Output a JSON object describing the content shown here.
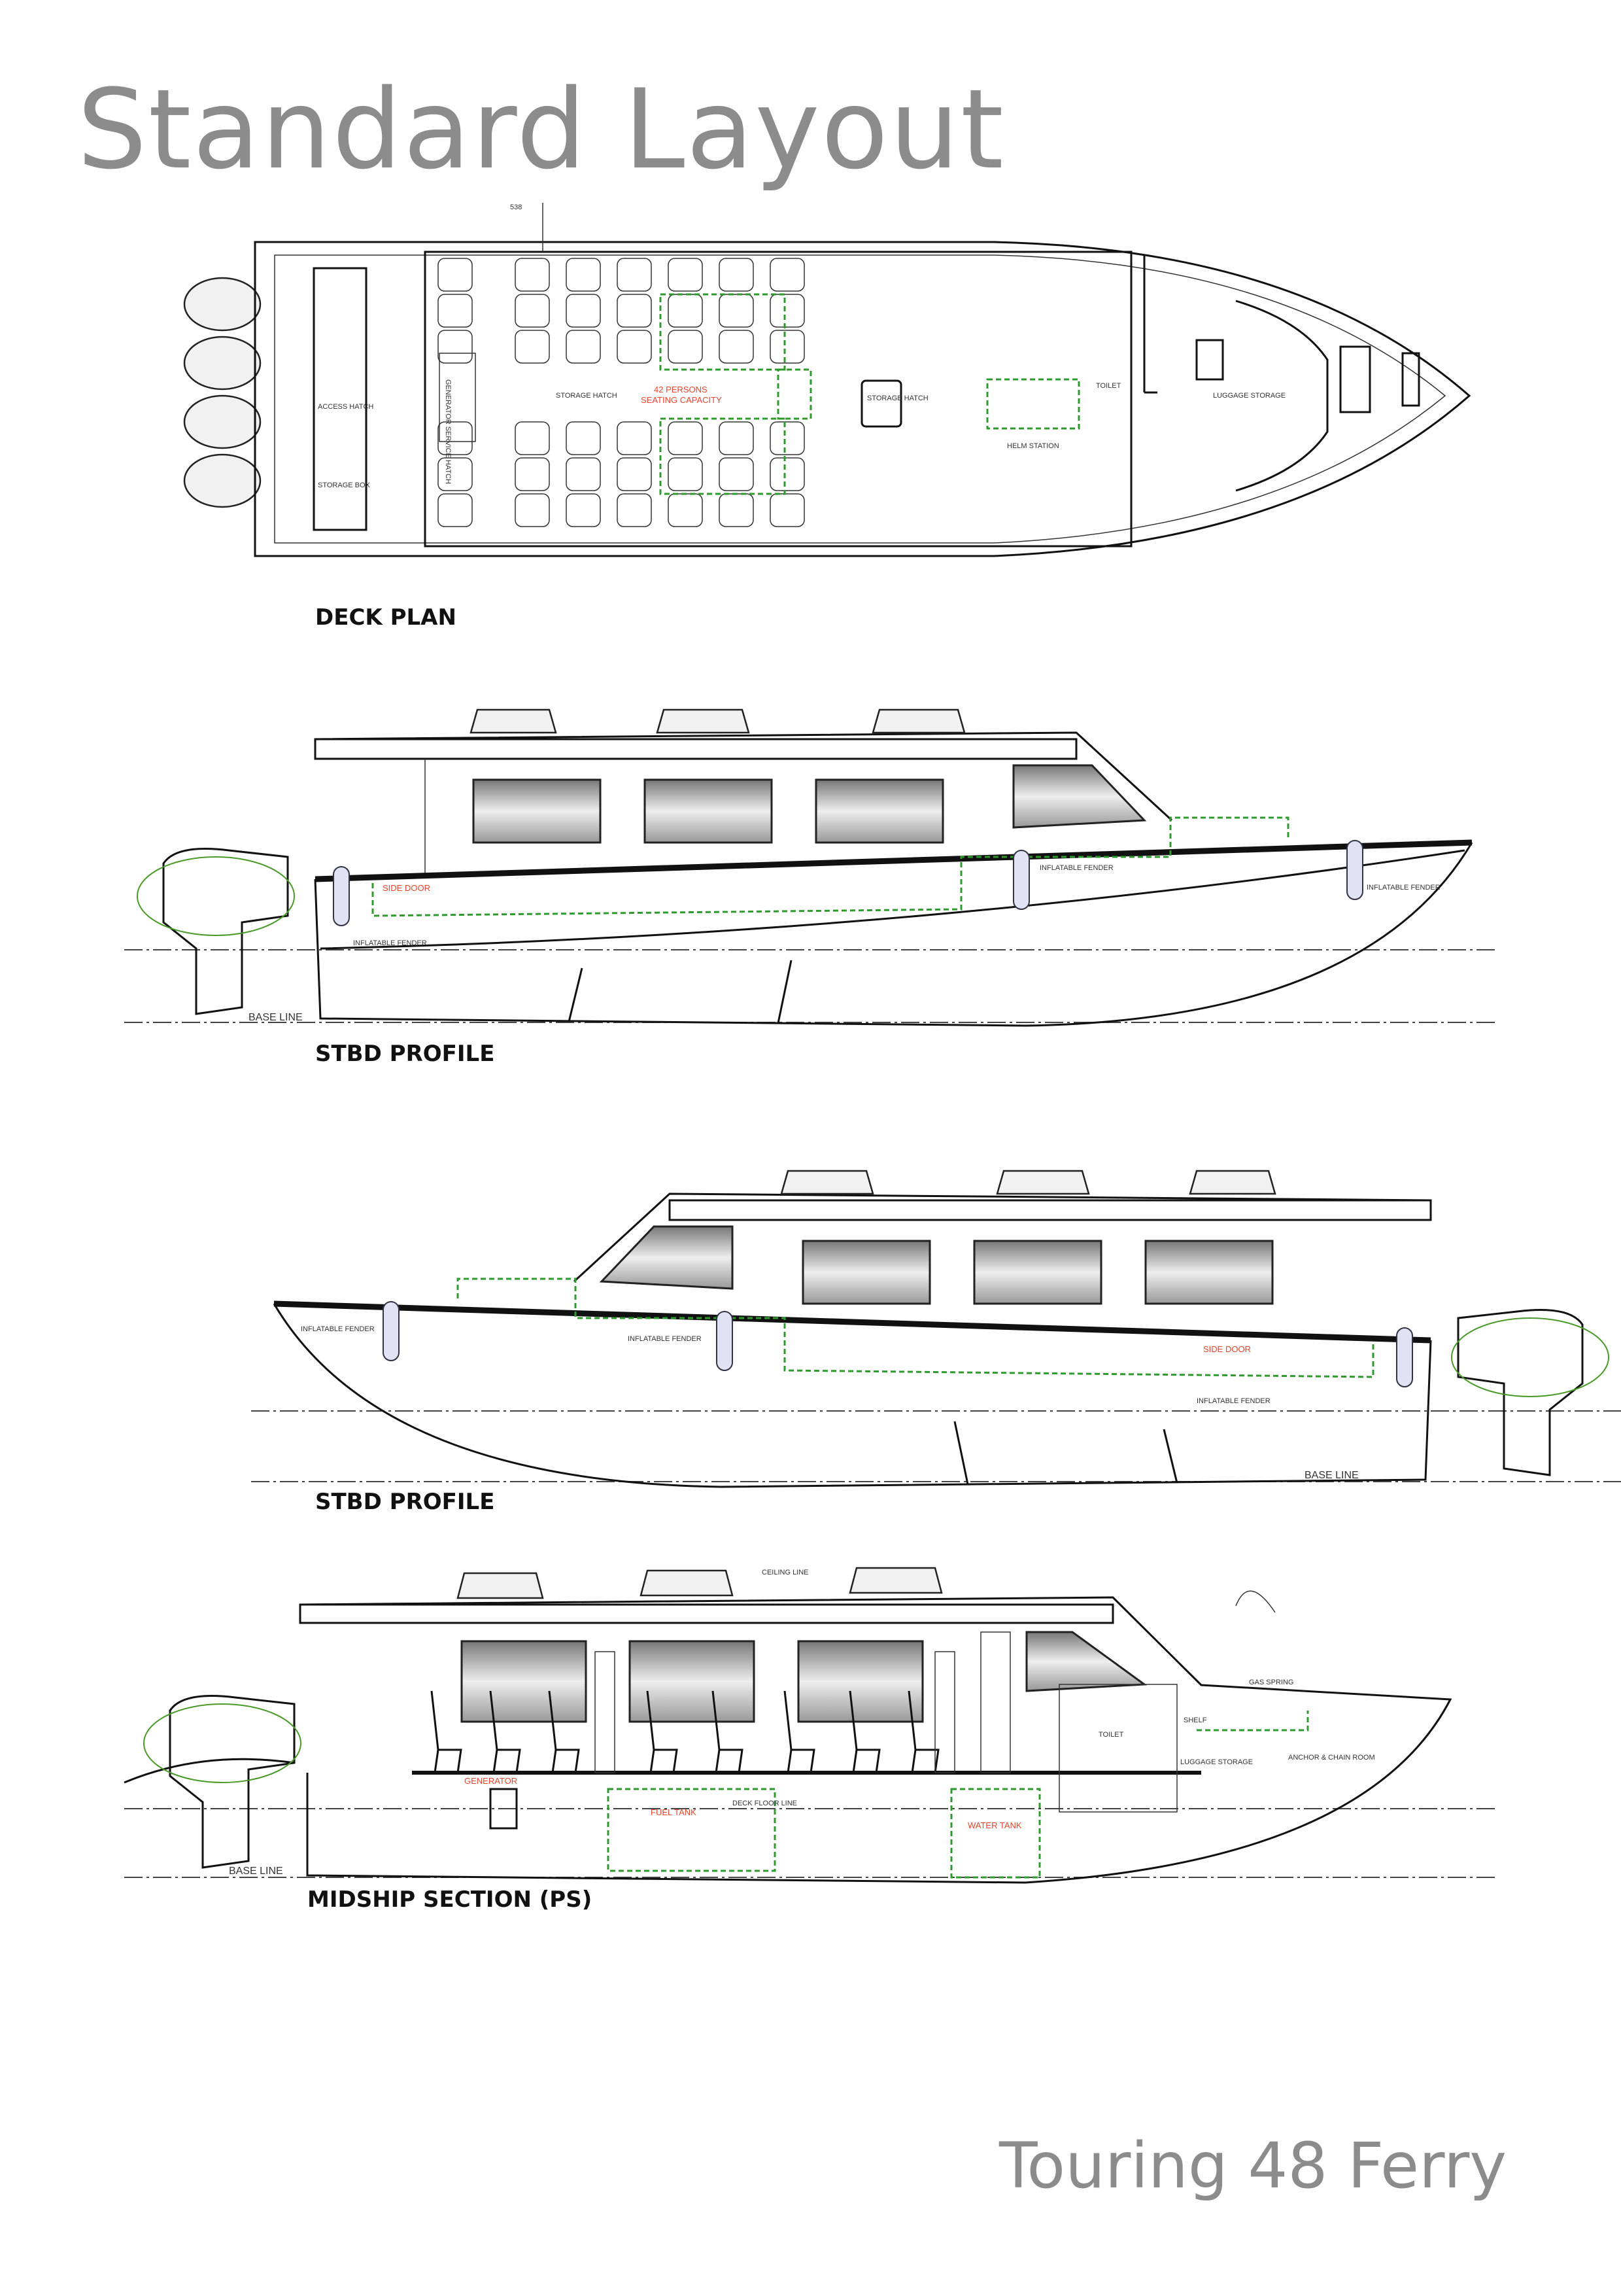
{
  "title": "Standard Layout",
  "footer": "Touring 48 Ferry",
  "colors": {
    "title_gray": "#8c8c8c",
    "dashed_green": "#2e9a2e",
    "label_red": "#e8452c"
  },
  "deck_plan": {
    "caption": "DECK PLAN",
    "dimension": "538",
    "seat_count": 42,
    "labels": {
      "generator_hatch": "GENERATOR SERVICE HATCH",
      "storage_hatch_1": "STORAGE HATCH",
      "capacity_1": "42 PERSONS",
      "capacity_2": "SEATING CAPACITY",
      "storage_hatch_2": "STORAGE HATCH",
      "toilet": "TOILET",
      "helm": "HELM STATION",
      "luggage": "LUGGAGE STORAGE",
      "access_hatch": "ACCESS HATCH",
      "storage_box": "STORAGE BOX"
    }
  },
  "profile_1": {
    "caption": "STBD PROFILE",
    "side_door": "SIDE DOOR",
    "fender": "INFLATABLE FENDER",
    "base_line": "BASE LINE"
  },
  "profile_2": {
    "caption": "STBD PROFILE",
    "side_door": "SIDE DOOR",
    "fender": "INFLATABLE FENDER",
    "base_line": "BASE LINE"
  },
  "section": {
    "caption": "MIDSHIP SECTION (PS)",
    "ceiling_line": "CEILING LINE",
    "gas_spring": "GAS SPRING",
    "shelf": "SHELF",
    "toilet": "TOILET",
    "luggage": "LUGGAGE STORAGE",
    "anchor": "ANCHOR & CHAIN ROOM",
    "deck_floor_line": "DECK FLOOR LINE",
    "generator": "GENERATOR",
    "fuel_tank": "FUEL TANK",
    "water_tank": "WATER TANK",
    "base_line": "BASE LINE"
  }
}
